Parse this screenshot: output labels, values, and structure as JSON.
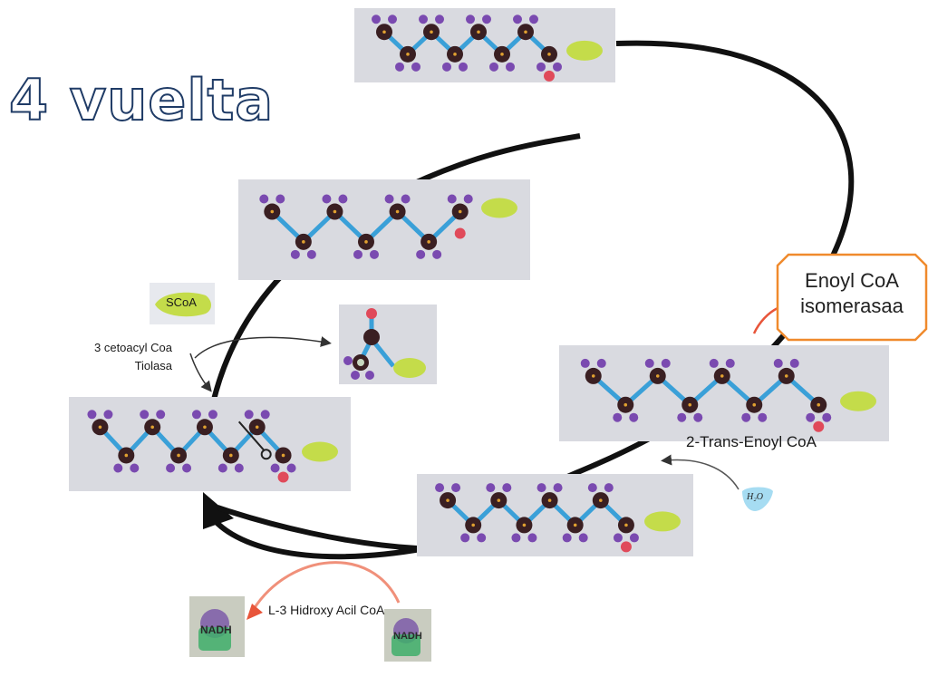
{
  "title": "4 vuelta",
  "callout": {
    "line1": "Enoyl CoA",
    "line2": "isomerasaa"
  },
  "labels": {
    "trans_enoyl": "2-Trans-Enoyl CoA",
    "cetoacyl_line1": "3 cetoacyl Coa",
    "cetoacyl_line2": "Tiolasa",
    "hidroxy": "L-3 Hidroxy Acil CoA"
  },
  "chips": {
    "scoa": "SCoA",
    "h2o": "H₂O",
    "nadh": "NADH"
  },
  "colors": {
    "title_outline": "#1f3b66",
    "cycle_arrow": "#111111",
    "callout_border": "#f08a2c",
    "nadh_arrow": "#f0907a",
    "carbon": "#3a1f22",
    "hydrogen": "#7a4ab0",
    "oxygen": "#e04a5a",
    "bond": "#3aa0d8",
    "coa": "#c4dc4a"
  }
}
